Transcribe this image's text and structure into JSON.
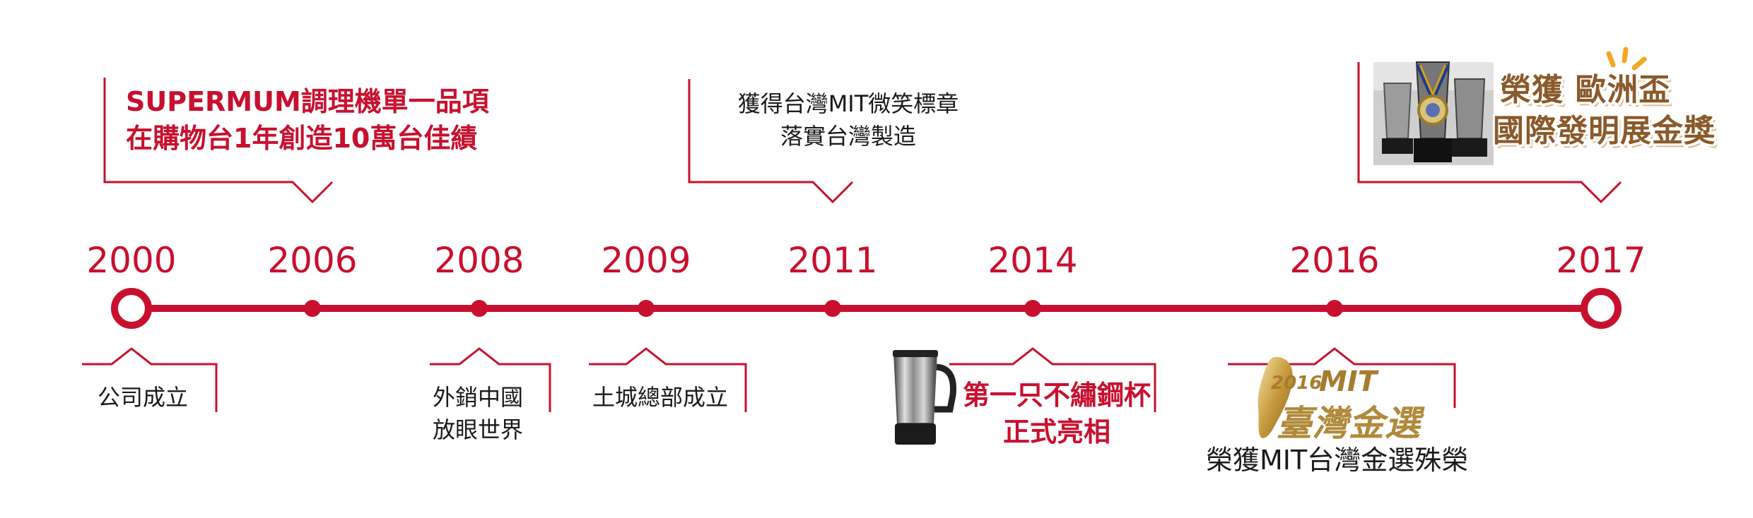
{
  "colors": {
    "accent": "#c8102e",
    "text": "#1a1a1a",
    "award_brown": "#8a5a2b",
    "gold": "#b08a3a",
    "spark": "#f5a623"
  },
  "years": [
    "2000",
    "2006",
    "2008",
    "2009",
    "2011",
    "2014",
    "2016",
    "2017"
  ],
  "above": {
    "y2006": {
      "line1": "SUPERMUM調理機單一品項",
      "line2": "在購物台1年創造10萬台佳績"
    },
    "y2011": {
      "line1": "獲得台灣MIT微笑標章",
      "line2": "落實台灣製造"
    },
    "y2017": {
      "line1": "榮獲 歐洲盃",
      "line2": "國際發明展金獎"
    }
  },
  "below": {
    "y2000": {
      "line1": "公司成立"
    },
    "y2008": {
      "line1": "外銷中國",
      "line2": "放眼世界"
    },
    "y2009": {
      "line1": "土城總部成立"
    },
    "y2014": {
      "line1": "第一只不繡鋼杯",
      "line2": "正式亮相"
    },
    "y2016": {
      "line1": "榮獲MIT台灣金選殊榮",
      "badge_year": "2016",
      "badge_mit": "MIT",
      "badge_title": "臺灣金選"
    }
  },
  "icons": {
    "cup": "stainless-cup-icon",
    "award_photo": "award-trophy-photo",
    "taiwan": "taiwan-map-icon",
    "spark": "spark-icon"
  }
}
